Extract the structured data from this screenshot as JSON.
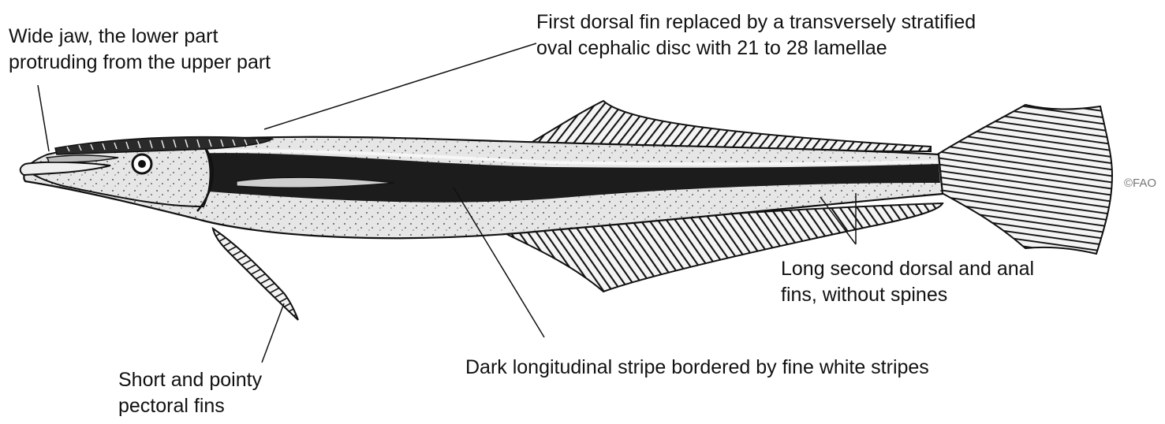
{
  "labels": {
    "jaw": [
      "Wide jaw, the lower part",
      "protruding from the upper part"
    ],
    "dorsal_disc": [
      "First dorsal fin replaced by a transversely stratified",
      "oval cephalic disc with 21 to 28 lamellae"
    ],
    "second_dorsal_anal": [
      "Long second dorsal and anal",
      "fins, without spines"
    ],
    "stripe": [
      "Dark longitudinal stripe bordered by fine white stripes"
    ],
    "pectoral": [
      "Short and pointy",
      "pectoral fins"
    ]
  },
  "credit": "©FAO",
  "colors": {
    "ink": "#111111",
    "body_light": "#e4e4e4",
    "stripe_dark": "#1c1c1c",
    "credit": "#777777"
  }
}
